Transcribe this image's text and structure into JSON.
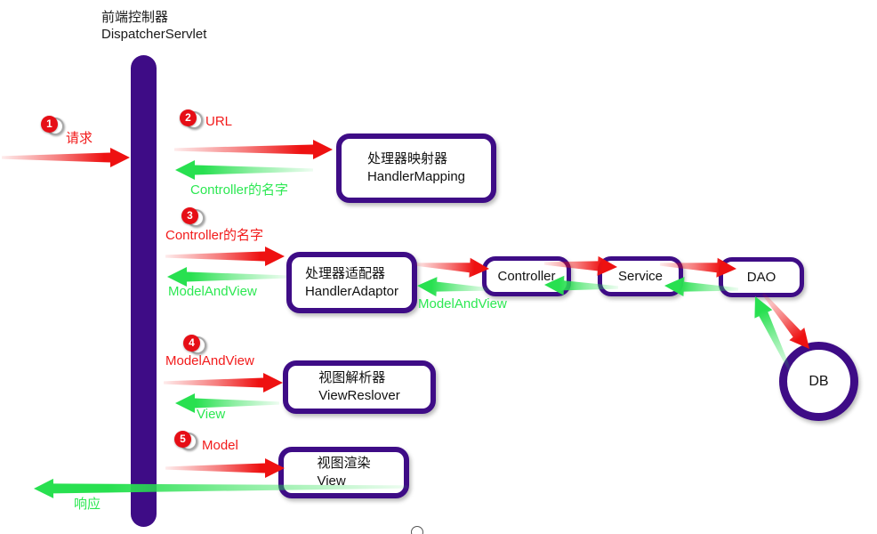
{
  "title": {
    "line1": "前端控制器",
    "line2": "DispatcherServlet"
  },
  "colors": {
    "purple": "#3E0C86",
    "red": "#EE1111",
    "green": "#28E050",
    "red_text": "#F21B1B",
    "green_text": "#2CE852"
  },
  "badges": {
    "b1": "1",
    "b2": "2",
    "b3": "3",
    "b4": "4",
    "b5": "5"
  },
  "labels": {
    "request": "请求",
    "url": "URL",
    "controller_name_green": "Controller的名字",
    "controller_name_red": "Controller的名字",
    "modelandview_green": "ModelAndView",
    "modelandview_mid": "ModelAndView",
    "modelandview_red": "ModelAndView",
    "view_green": "View",
    "model_red": "Model",
    "response": "响应"
  },
  "nodes": {
    "handler_mapping": {
      "line1": "处理器映射器",
      "line2": "HandlerMapping"
    },
    "handler_adaptor": {
      "line1": "处理器适配器",
      "line2": "HandlerAdaptor"
    },
    "controller": {
      "label": "Controller"
    },
    "service": {
      "label": "Service"
    },
    "dao": {
      "label": "DAO"
    },
    "db": {
      "label": "DB"
    },
    "view_resolver": {
      "line1": "视图解析器",
      "line2": "ViewReslover"
    },
    "view_render": {
      "line1": "视图渲染",
      "line2": "View"
    }
  }
}
